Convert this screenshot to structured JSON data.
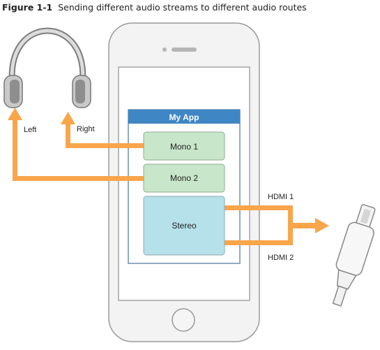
{
  "figure": {
    "label": "Figure 1-1",
    "caption": "Sending different audio streams to different audio routes"
  },
  "app": {
    "title": "My App",
    "channels": [
      {
        "label": "Mono 1"
      },
      {
        "label": "Mono 2"
      },
      {
        "label": "Stereo"
      }
    ]
  },
  "routes": {
    "left": "Left",
    "right": "Right",
    "hdmi1": "HDMI 1",
    "hdmi2": "HDMI 2"
  },
  "colors": {
    "arrow": "#f9a54a",
    "app_header": "#3f86c4",
    "mono_box": "#c8e6c9",
    "stereo_box": "#b6e0ea",
    "phone_body": "#f3f3f3",
    "phone_outline": "#9a9a9a"
  },
  "icons": [
    "headphones-icon",
    "lightning-connector-icon"
  ]
}
